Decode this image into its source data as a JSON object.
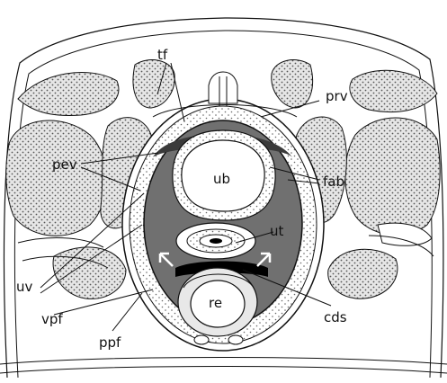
{
  "labels": {
    "tf": "tf",
    "prv": "prv",
    "pev": "pev",
    "fab": "fab",
    "ub": "ub",
    "ut": "ut",
    "uv": "uv",
    "re": "re",
    "vpf": "vpf",
    "ppf": "ppf",
    "cds": "cds"
  },
  "colors": {
    "ink": "#111111",
    "shade_dark": "#6e6e6e",
    "shade_medium": "#8a8a8a",
    "stipple_bg": "#e2e2e2",
    "white": "#ffffff",
    "black_band": "#000000"
  }
}
